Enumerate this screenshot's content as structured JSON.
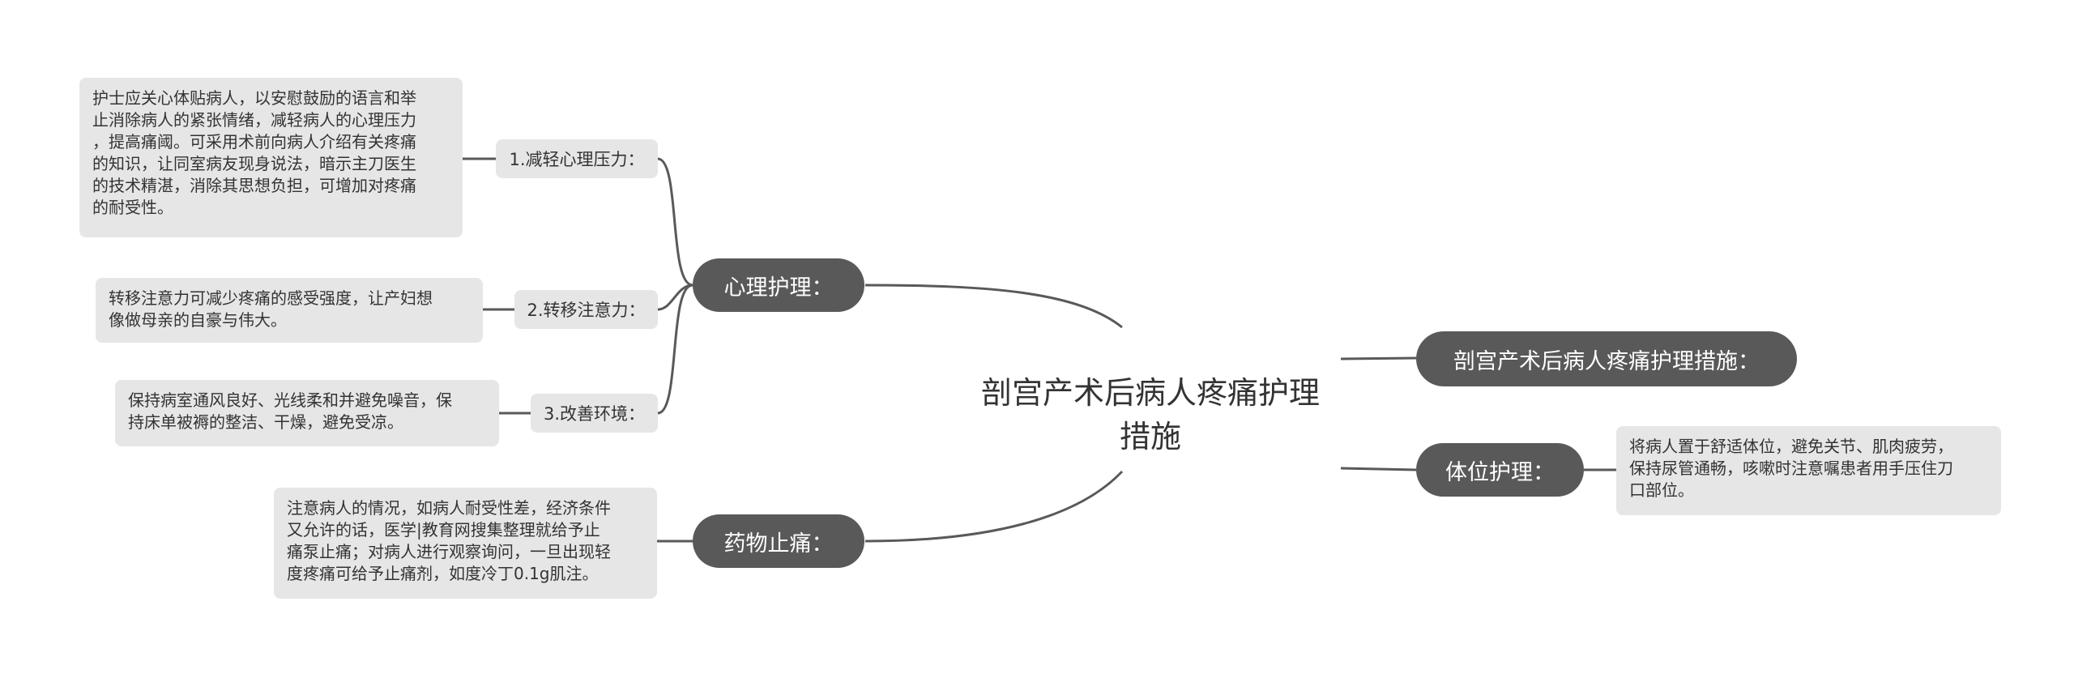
{
  "central": {
    "line1": "剖宫产术后病人疼痛护理",
    "line2": "措施"
  },
  "branches": {
    "psych": {
      "label": "心理护理：",
      "subs": [
        {
          "label": "1.减轻心理压力：",
          "leaf": "护士应关心体贴病人，以安慰鼓励的语言和举\n止消除病人的紧张情绪，减轻病人的心理压力\n，提高痛阈。可采用术前向病人介绍有关疼痛\n的知识，让同室病友现身说法，暗示主刀医生\n的技术精湛，消除其思想负担，可增加对疼痛\n的耐受性。"
        },
        {
          "label": "2.转移注意力：",
          "leaf": "转移注意力可减少疼痛的感受强度，让产妇想\n像做母亲的自豪与伟大。"
        },
        {
          "label": "3.改善环境：",
          "leaf": "保持病室通风良好、光线柔和并避免噪音，保\n持床单被褥的整洁、干燥，避免受凉。"
        }
      ]
    },
    "drug": {
      "label": "药物止痛：",
      "leaf": "注意病人的情况，如病人耐受性差，经济条件\n又允许的话，医学|教育网搜集整理就给予止\n痛泵止痛；对病人进行观察询问，一旦出现轻\n度疼痛可给予止痛剂，如度冷丁0.1g肌注。"
    },
    "measures": {
      "label": "剖宫产术后病人疼痛护理措施："
    },
    "position": {
      "label": "体位护理：",
      "leaf": "将病人置于舒适体位，避免关节、肌肉疲劳，\n保持尿管通畅，咳嗽时注意嘱患者用手压住刀\n口部位。"
    }
  },
  "colors": {
    "pill": "#595959",
    "box": "#e6e6e6",
    "line": "#595959",
    "text": "#333333"
  }
}
